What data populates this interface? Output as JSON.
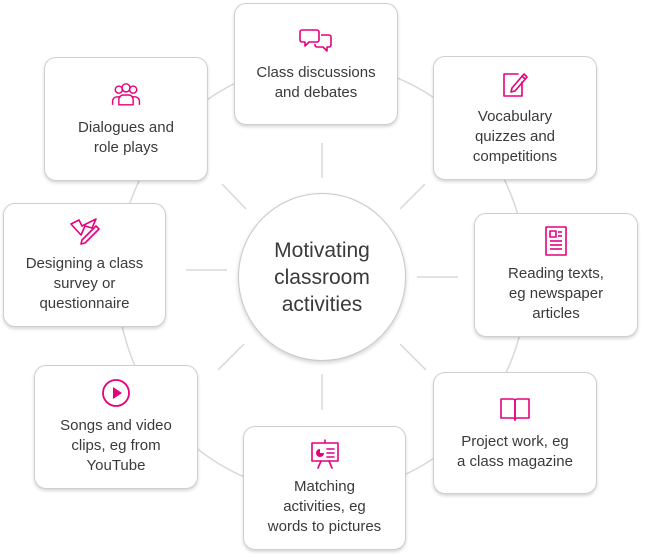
{
  "diagram": {
    "center": {
      "title": "Motivating\nclassroom\nactivities"
    },
    "accent_color": "#e6007e",
    "border_color": "#cfcfcf",
    "activities": [
      {
        "label": "Class discussions\nand debates",
        "icon": "speech-bubbles-icon"
      },
      {
        "label": "Vocabulary\nquizzes and\ncompetitions",
        "icon": "notepad-pencil-icon"
      },
      {
        "label": "Reading texts,\neg newspaper\narticles",
        "icon": "newspaper-icon"
      },
      {
        "label": "Project work, eg\na class magazine",
        "icon": "open-book-icon"
      },
      {
        "label": "Matching\nactivities, eg\nwords to pictures",
        "icon": "presentation-board-icon"
      },
      {
        "label": "Songs and video\nclips, eg from\nYouTube",
        "icon": "play-button-icon"
      },
      {
        "label": "Designing a class\nsurvey or\nquestionnaire",
        "icon": "pencil-arrow-icon"
      },
      {
        "label": "Dialogues and\nrole plays",
        "icon": "people-group-icon"
      }
    ]
  }
}
